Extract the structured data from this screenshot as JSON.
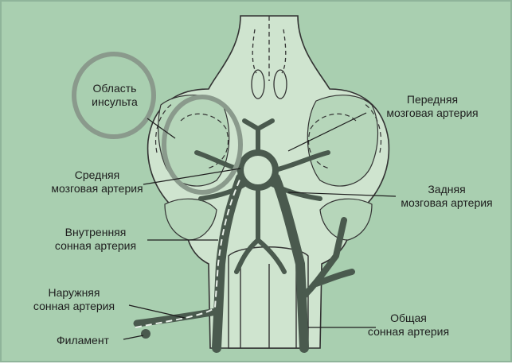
{
  "colors": {
    "background": "#a9cfb0",
    "frame": "#8fb49a",
    "tissue_light": "#cfe4cf",
    "tissue_shade": "#b6d6ba",
    "artery": "#4a5a4e",
    "stroke_ring": "#8a9a8c",
    "outline": "#333333"
  },
  "labels": {
    "stroke_area": [
      "Область",
      "инсульта"
    ],
    "anterior_cerebral_artery": [
      "Передняя",
      "мозговая артерия"
    ],
    "middle_cerebral_artery": [
      "Средняя",
      "мозговая артерия"
    ],
    "posterior_cerebral_artery": [
      "Задняя",
      "мозговая артерия"
    ],
    "internal_carotid_artery": [
      "Внутренняя",
      "сонная артерия"
    ],
    "external_carotid_artery": [
      "Наружняя",
      "сонная артерия"
    ],
    "filament": "Филамент",
    "common_carotid_artery": [
      "Общая",
      "сонная артерия"
    ]
  },
  "icons": {
    "stroke_ring": "stroke-area-ring-icon",
    "brain": "brain-ventral-view-icon"
  }
}
